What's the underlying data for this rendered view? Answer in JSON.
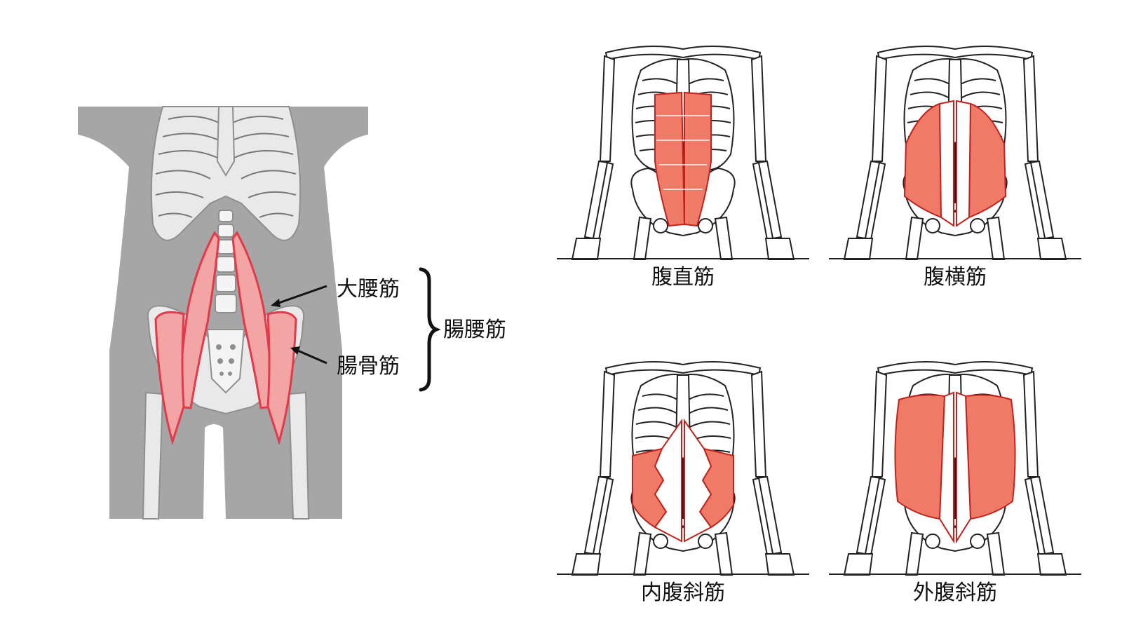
{
  "psoas_panel": {
    "labels": {
      "psoas_major": "大腰筋",
      "iliacus": "腸骨筋",
      "iliopsoas": "腸腰筋"
    }
  },
  "abdominal_panels": [
    {
      "caption": "腹直筋"
    },
    {
      "caption": "腹横筋"
    },
    {
      "caption": "内腹斜筋"
    },
    {
      "caption": "外腹斜筋"
    }
  ],
  "colors": {
    "muscle_fill": "#f3a4a4",
    "muscle_stroke": "#e23a4a",
    "abdominal_fill": "#f07a68",
    "abdominal_stroke": "#c0221c",
    "body_silhouette": "#a6a6a6"
  }
}
